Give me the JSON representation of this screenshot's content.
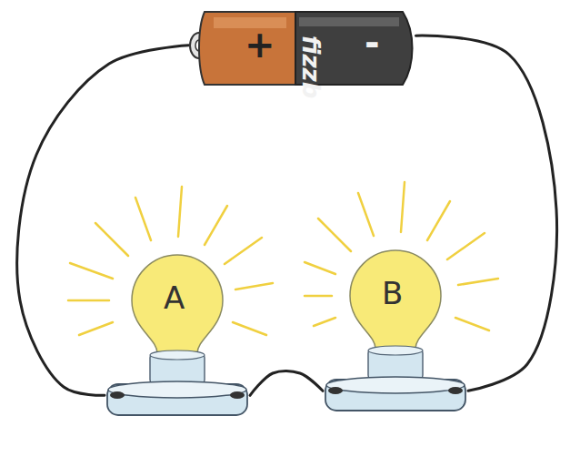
{
  "diagram": {
    "nodes": [
      {
        "text": [
          "+",
          "fizzb",
          "-"
        ]
      },
      {
        "text": [
          "A"
        ]
      },
      {
        "text": [
          "B"
        ]
      }
    ],
    "edges": [
      {
        "from": 0,
        "to": 1,
        "arrow": "none"
      },
      {
        "from": 1,
        "to": 2,
        "arrow": "none"
      },
      {
        "from": 0,
        "to": 2,
        "arrow": "none"
      }
    ]
  }
}
